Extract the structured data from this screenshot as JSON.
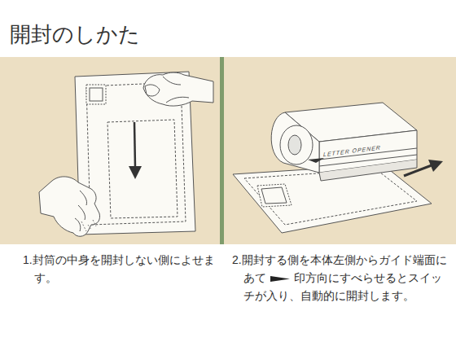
{
  "diagram": {
    "title": "開封のしかた",
    "labels": [
      "1.封筒の中身を開封しない側によせます。",
      "2.開封する側を本体左側からガイド端面にあて",
      "印方向にすべらせるとスイッチが入り、自動的に開封します。",
      "LETTER OPENER"
    ]
  }
}
